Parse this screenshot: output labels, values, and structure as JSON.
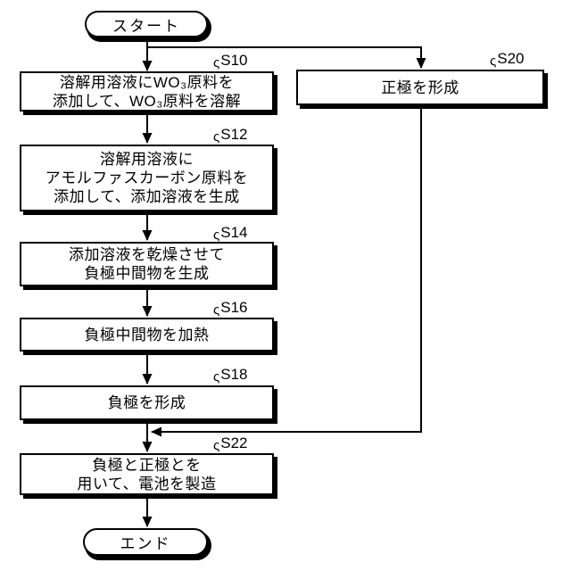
{
  "figure": {
    "ref_mark": "ς",
    "terminals": {
      "start": "スタート",
      "end": "エンド"
    },
    "steps": [
      {
        "id": "S10",
        "text": "溶解用溶液にWO₃原料を\n添加して、WO₃原料を溶解"
      },
      {
        "id": "S12",
        "text": "溶解用溶液に\nアモルファスカーボン原料を\n添加して、添加溶液を生成"
      },
      {
        "id": "S14",
        "text": "添加溶液を乾燥させて\n負極中間物を生成"
      },
      {
        "id": "S16",
        "text": "負極中間物を加熱"
      },
      {
        "id": "S18",
        "text": "負極を形成"
      },
      {
        "id": "S20",
        "text": "正極を形成"
      },
      {
        "id": "S22",
        "text": "負極と正極とを\n用いて、電池を製造"
      }
    ]
  }
}
